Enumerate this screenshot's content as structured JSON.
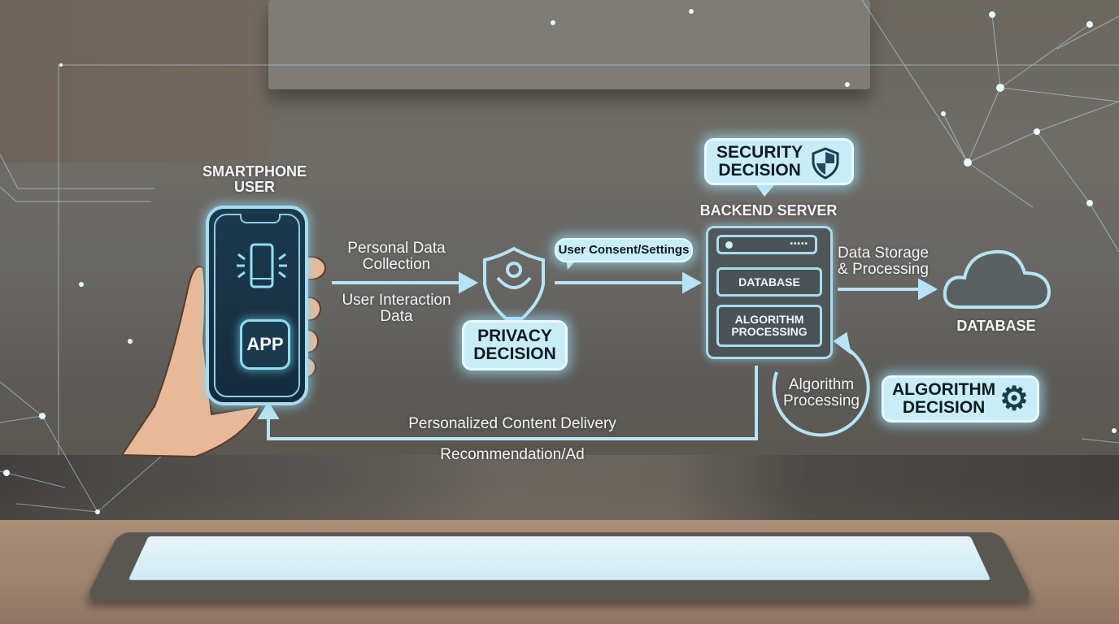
{
  "diagram": {
    "nodes": {
      "smartphone_user": {
        "title_line1": "SMARTPHONE",
        "title_line2": "USER",
        "app_label": "APP"
      },
      "privacy": {
        "line1": "PRIVACY",
        "line2": "DECISION"
      },
      "security": {
        "line1": "SECURITY",
        "line2": "DECISION"
      },
      "backend": {
        "title": "BACKEND SERVER",
        "db_row": "DATABASE",
        "algo_row_line1": "ALGORITHM",
        "algo_row_line2": "PROCESSING"
      },
      "cloud_db": {
        "label": "DATABASE"
      },
      "algorithm": {
        "line1": "ALGORITHM",
        "line2": "DECISION"
      }
    },
    "edges": {
      "personal_data": {
        "line1": "Personal Data",
        "line2": "Collection"
      },
      "interaction": {
        "line1": "User Interaction",
        "line2": "Data"
      },
      "consent": {
        "label": "User Consent/Settings"
      },
      "storage": {
        "line1": "Data Storage",
        "line2": "& Processing"
      },
      "algo_loop": {
        "line1": "Algorithm",
        "line2": "Processing"
      },
      "delivery": {
        "label": "Personalized Content Delivery"
      },
      "recommend": {
        "label": "Recommendation/Ad"
      }
    },
    "colors": {
      "accent": "#c8edf9",
      "line": "#a9dced",
      "dark_text": "#101a22",
      "light_text": "#f0f4f6"
    }
  }
}
